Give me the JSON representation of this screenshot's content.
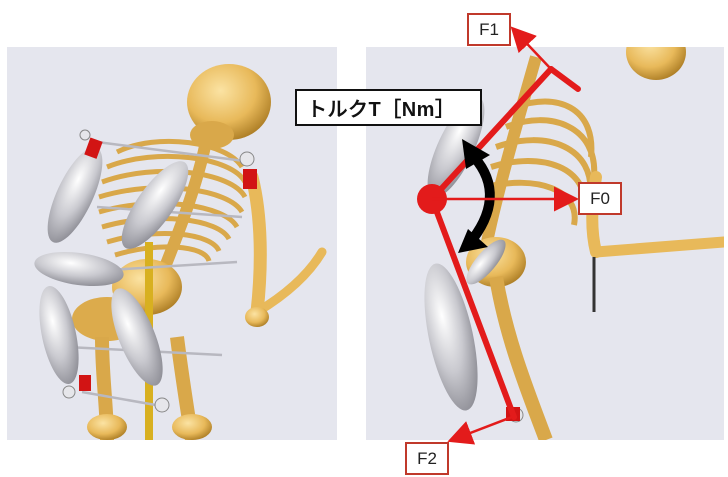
{
  "labels": {
    "f1": "F1",
    "f0": "F0",
    "f2": "F2",
    "torque": "トルクT［Nm］"
  },
  "colors": {
    "background_panel": "#e5e6ee",
    "bone": "#e8b95a",
    "bone_dark": "#b98a2e",
    "muscle": "#c9c9cf",
    "force_red": "#e31b1b",
    "torque_black": "#000000",
    "box_border_red": "#c0392b"
  }
}
